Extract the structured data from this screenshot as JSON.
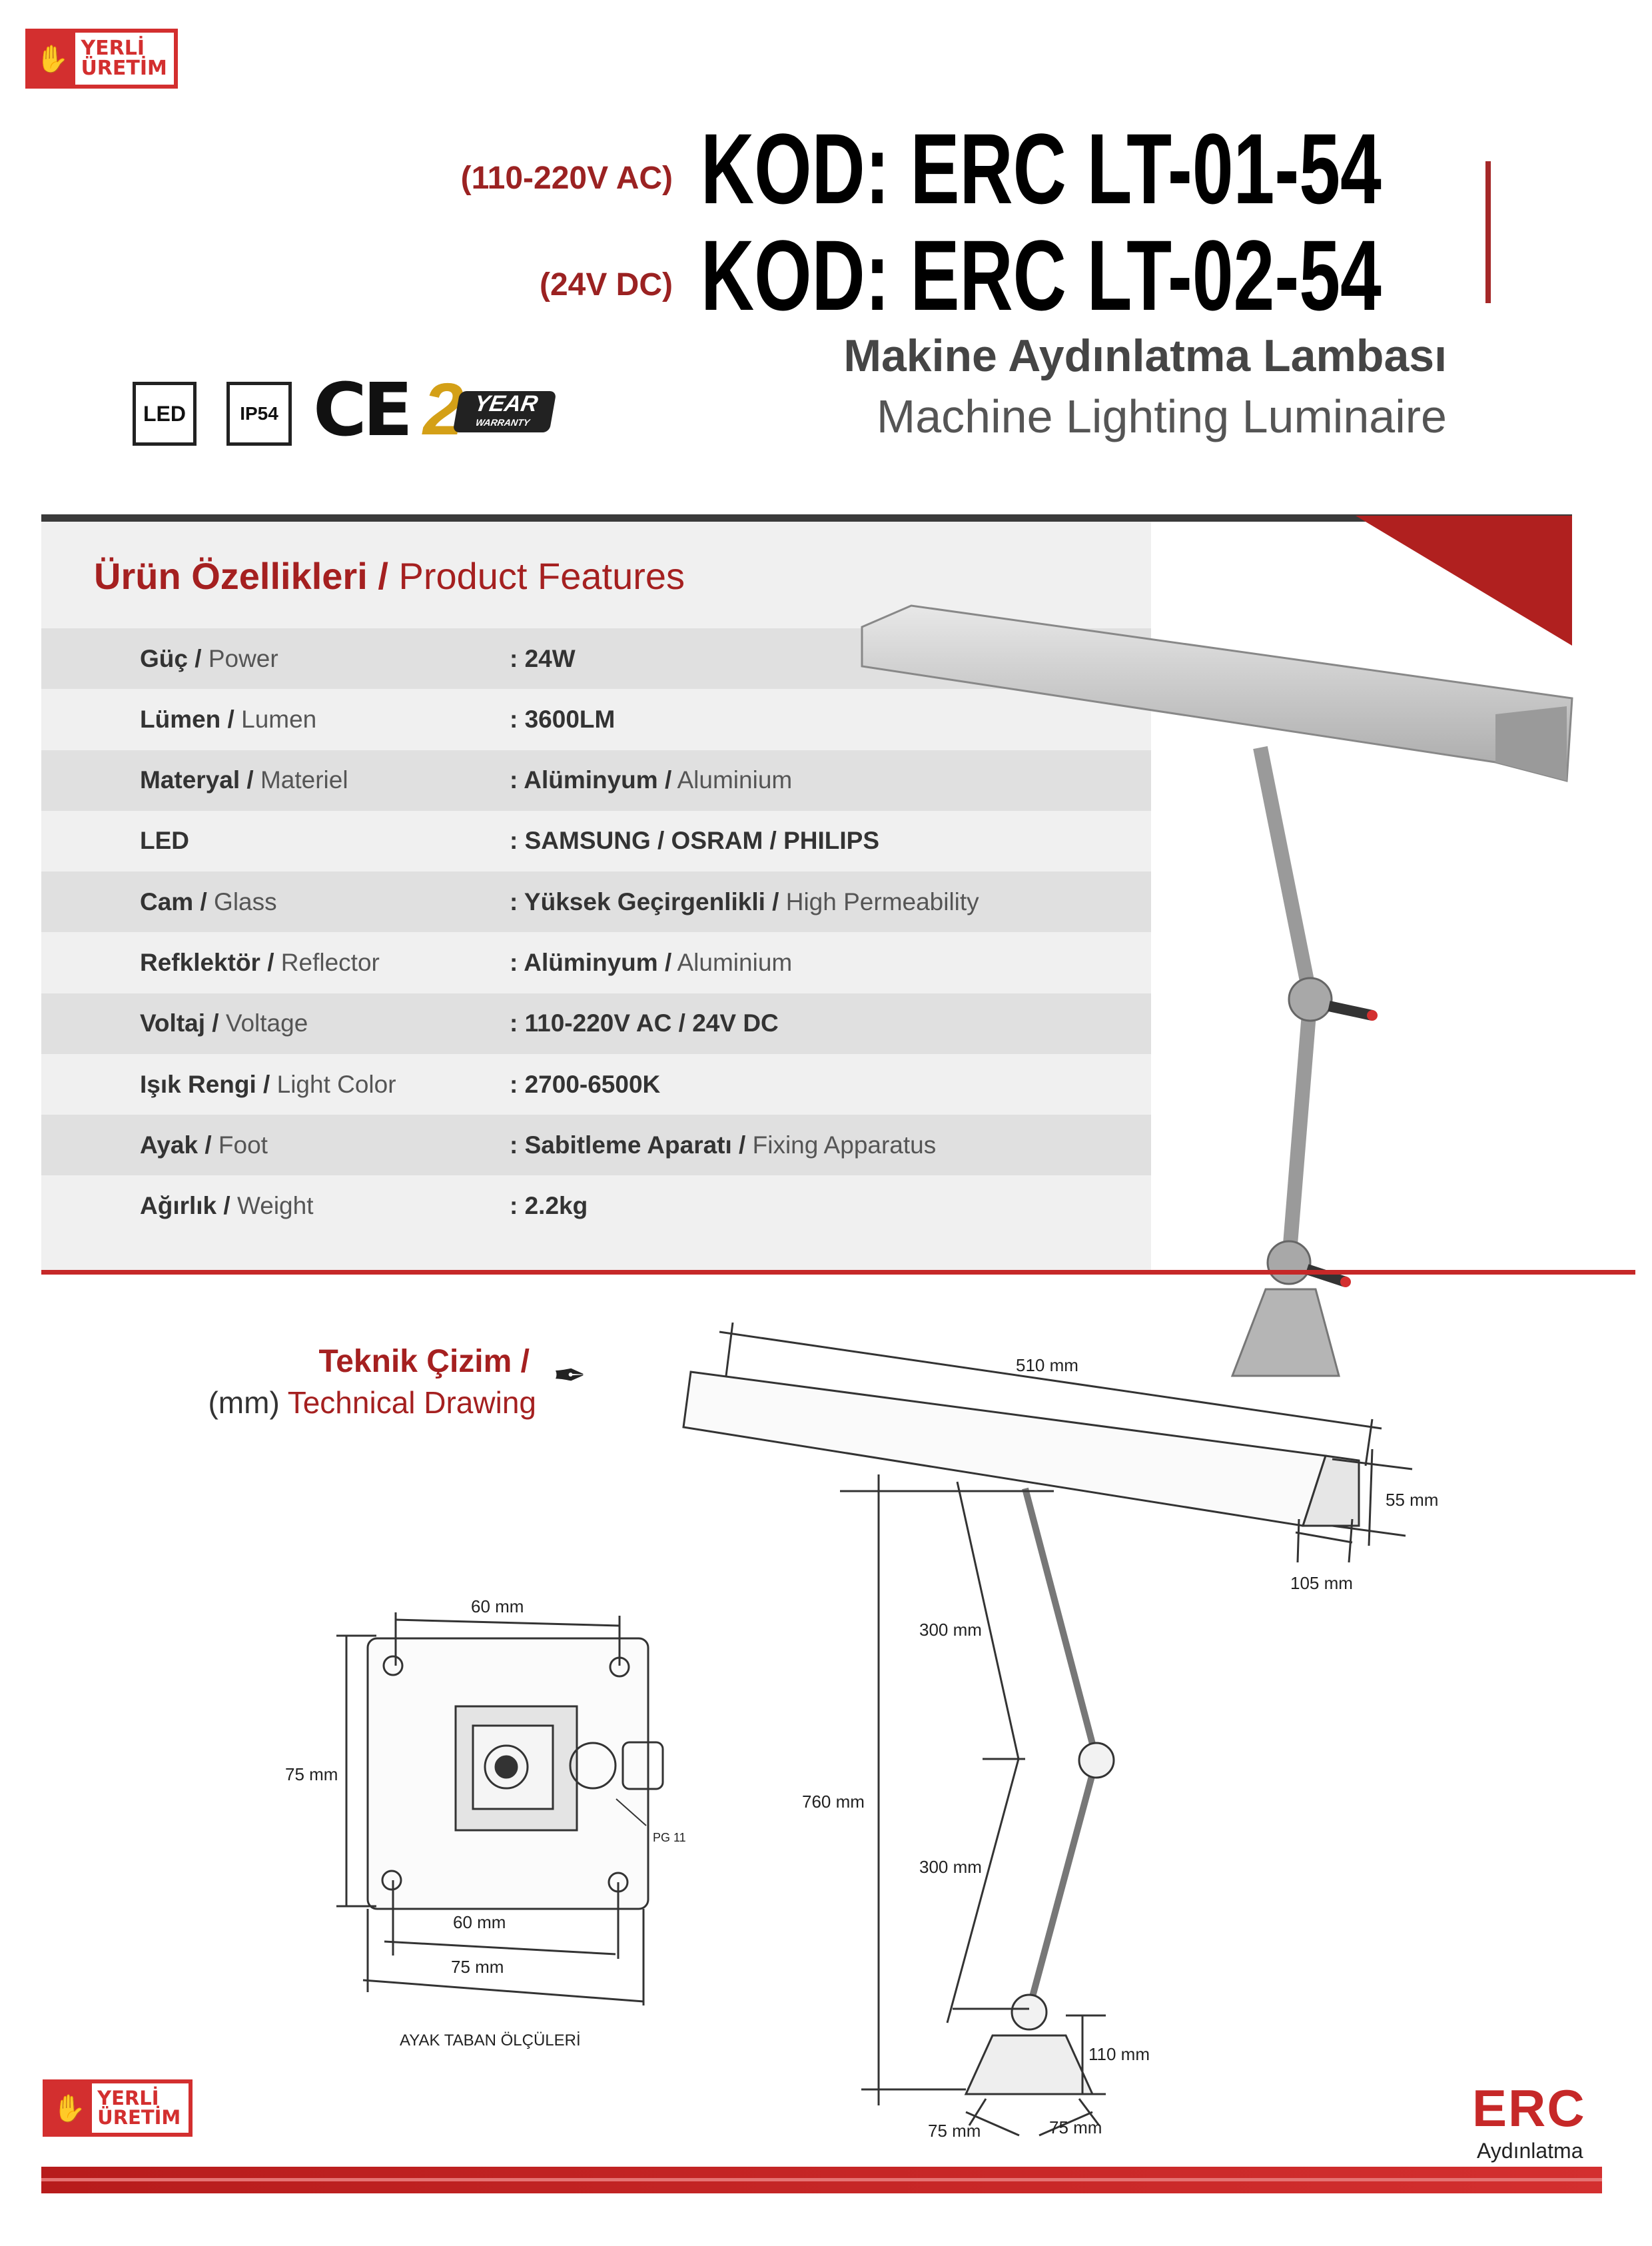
{
  "header": {
    "logo_top": {
      "line1": "YERLİ",
      "line2": "ÜRETİM"
    },
    "codes": [
      {
        "voltage": "(110-220V AC)",
        "code": "KOD: ERC LT-01-54"
      },
      {
        "voltage": "(24V DC)",
        "code": "KOD: ERC LT-02-54"
      }
    ],
    "title_tr": "Makine Aydınlatma Lambası",
    "title_en": "Machine Lighting Luminaire",
    "certs": {
      "led": "LED",
      "ip": "IP54",
      "ce": "CE",
      "warranty_num": "2",
      "warranty_year": "YEAR",
      "warranty_word": "WARRANTY"
    }
  },
  "features": {
    "title_tr": "Ürün Özellikleri /",
    "title_en": "Product Features",
    "rows": [
      {
        "tr": "Güç /",
        "en": "Power",
        "val": ": 24W",
        "val_en": ""
      },
      {
        "tr": "Lümen /",
        "en": "Lumen",
        "val": ": 3600LM",
        "val_en": ""
      },
      {
        "tr": "Materyal /",
        "en": "Materiel",
        "val": ": Alüminyum /",
        "val_en": "Aluminium"
      },
      {
        "tr": "LED",
        "en": "",
        "val": ": SAMSUNG / OSRAM / PHILIPS",
        "val_en": ""
      },
      {
        "tr": "Cam /",
        "en": "Glass",
        "val": ": Yüksek Geçirgenlikli /",
        "val_en": "High Permeability"
      },
      {
        "tr": "Refklektör /",
        "en": "Reflector",
        "val": ": Alüminyum /",
        "val_en": "Aluminium"
      },
      {
        "tr": "Voltaj /",
        "en": "Voltage",
        "val": ": 110-220V AC / 24V DC",
        "val_en": ""
      },
      {
        "tr": "Işık Rengi /",
        "en": "Light Color",
        "val": ": 2700-6500K",
        "val_en": ""
      },
      {
        "tr": "Ayak /",
        "en": "Foot",
        "val": ": Sabitleme Aparatı /",
        "val_en": "Fixing Apparatus"
      },
      {
        "tr": "Ağırlık /",
        "en": "Weight",
        "val": ": 2.2kg",
        "val_en": ""
      }
    ]
  },
  "drawing": {
    "title_tr": "Teknik Çizim /",
    "title_en_prefix": "(mm)",
    "title_en": "Technical Drawing",
    "dims": {
      "length": "510 mm",
      "height_head": "55 mm",
      "width_head": "105 mm",
      "arm_upper": "300 mm",
      "arm_lower": "300 mm",
      "total_height": "760 mm",
      "base_height": "110 mm",
      "base_left": "75 mm",
      "base_right": "75 mm"
    },
    "base_plate": {
      "top": "60 mm",
      "left": "75 mm",
      "bottom_inner": "60 mm",
      "bottom_outer": "75 mm",
      "gland": "PG 11",
      "caption": "AYAK TABAN ÖLÇÜLERİ"
    }
  },
  "footer": {
    "logo_bottom": {
      "line1": "YERLİ",
      "line2": "ÜRETİM"
    },
    "brand": "ERC",
    "brand_sub": "Aydınlatma"
  },
  "colors": {
    "accent": "#c62828",
    "dark_red": "#9b2222",
    "panel": "#f0f0f0",
    "band": "#e0e0e0"
  }
}
